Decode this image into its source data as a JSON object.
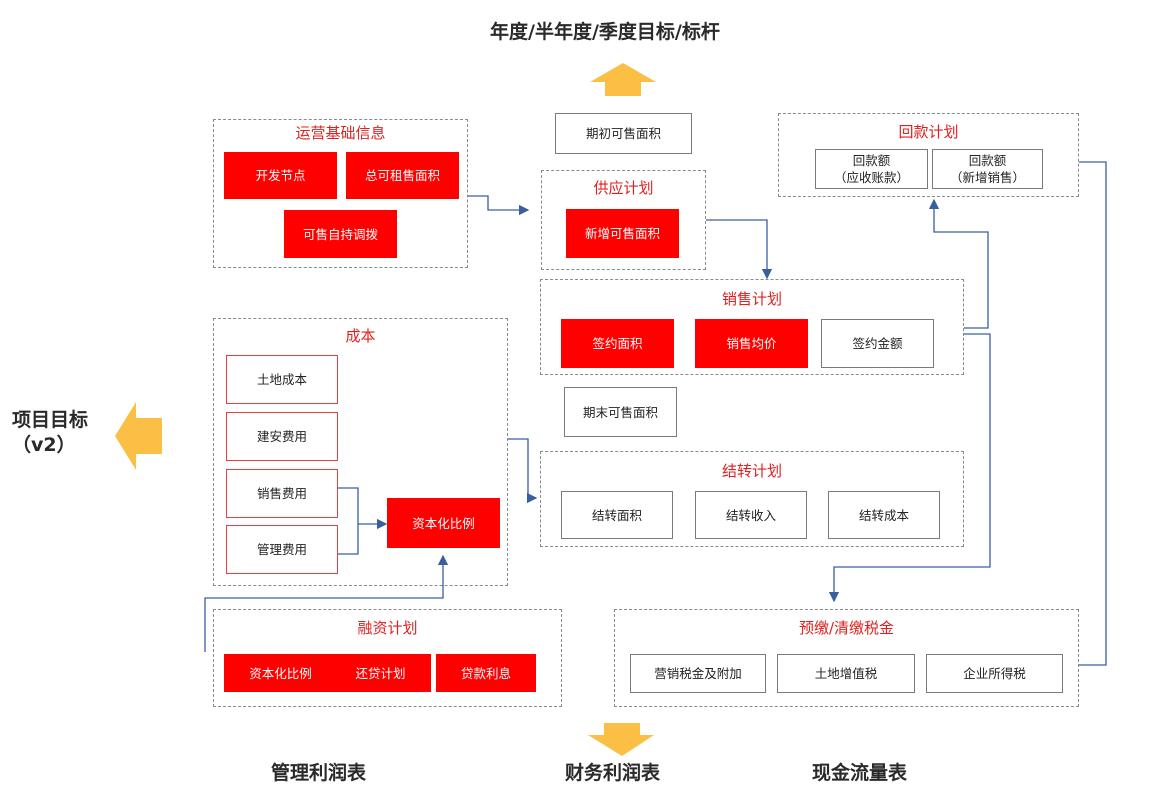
{
  "top_title": "年度/半年度/季度目标/标杆",
  "left_target": "项目目标\n（v2）",
  "bottom": {
    "mgmt": "管理利润表",
    "fin": "财务利润表",
    "cash": "现金流量表"
  },
  "ops": {
    "title": "运营基础信息",
    "dev": "开发节点",
    "total": "总可租售面积",
    "self": "可售自持调拨"
  },
  "opening_area": "期初可售面积",
  "supply": {
    "title": "供应计划",
    "new": "新增可售面积"
  },
  "payment": {
    "title": "回款计划",
    "recv": "回款额\n（应收账款）",
    "newsale": "回款额\n（新增销售）"
  },
  "sales": {
    "title": "销售计划",
    "area": "签约面积",
    "price": "销售均价",
    "amount": "签约金额"
  },
  "ending_area": "期末可售面积",
  "cost": {
    "title": "成本",
    "land": "土地成本",
    "build": "建安费用",
    "sell": "销售费用",
    "mgmt": "管理费用",
    "cap": "资本化比例"
  },
  "carry": {
    "title": "结转计划",
    "area": "结转面积",
    "income": "结转收入",
    "cost": "结转成本"
  },
  "finance": {
    "title": "融资计划",
    "cap": "资本化比例",
    "repay": "还贷计划",
    "interest": "贷款利息"
  },
  "tax": {
    "title": "预缴/清缴税金",
    "sales_tax": "营销税金及附加",
    "land_vat": "土地增值税",
    "cit": "企业所得税"
  },
  "colors": {
    "red": "#ff0000",
    "title_red": "#e02020",
    "arrow_orange": "#fbbf45",
    "connector": "#3a5fa0"
  }
}
